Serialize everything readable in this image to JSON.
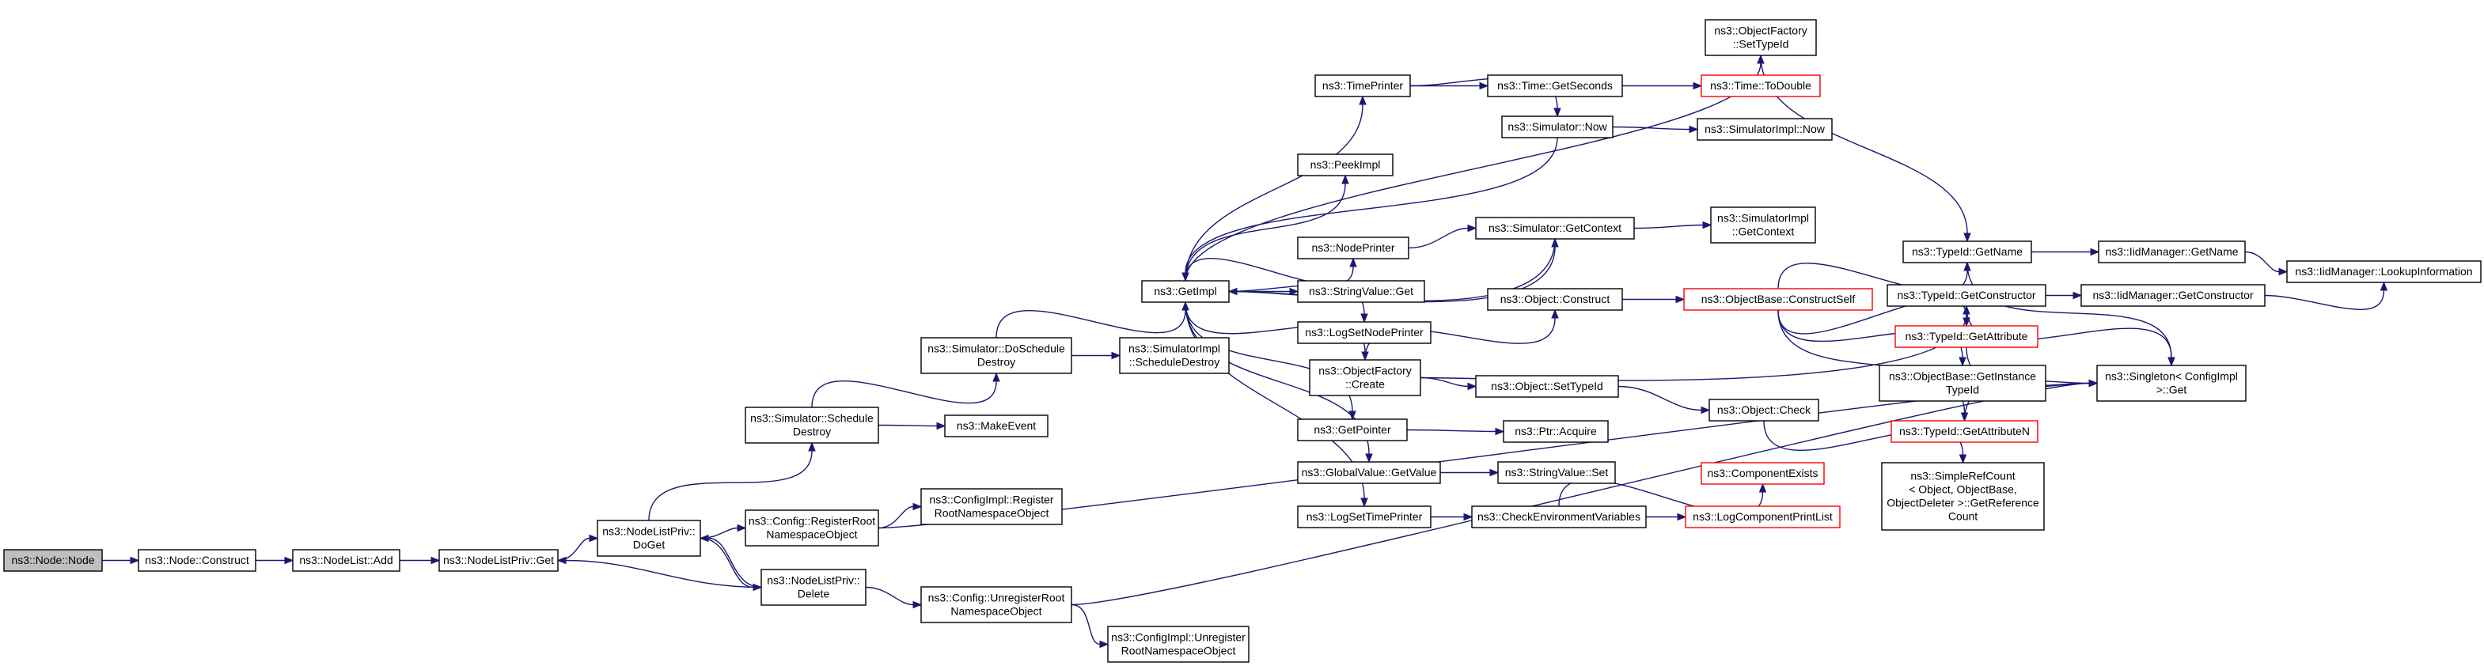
{
  "diagram": {
    "colors": {
      "edge": "#191970",
      "root_fill": "#bfbfbf",
      "missing_border": "#ff0000",
      "node_border": "#000000"
    },
    "nodes": [
      {
        "id": "node_node",
        "lines": [
          "ns3::Node::Node"
        ],
        "root": true
      },
      {
        "id": "node_construct",
        "lines": [
          "ns3::Node::Construct"
        ]
      },
      {
        "id": "nodelist_add",
        "lines": [
          "ns3::NodeList::Add"
        ]
      },
      {
        "id": "nodelistpriv_get",
        "lines": [
          "ns3::NodeListPriv::Get"
        ]
      },
      {
        "id": "nodelistpriv_doget",
        "lines": [
          "ns3::NodeListPriv::",
          "DoGet"
        ]
      },
      {
        "id": "sim_schedule_destroy",
        "lines": [
          "ns3::Simulator::Schedule",
          "Destroy"
        ]
      },
      {
        "id": "config_register",
        "lines": [
          "ns3::Config::RegisterRoot",
          "NamespaceObject"
        ]
      },
      {
        "id": "nodelistpriv_delete",
        "lines": [
          "ns3::NodeListPriv::",
          "Delete"
        ]
      },
      {
        "id": "sim_doschedule_destroy",
        "lines": [
          "ns3::Simulator::DoSchedule",
          "Destroy"
        ]
      },
      {
        "id": "make_event",
        "lines": [
          "ns3::MakeEvent"
        ]
      },
      {
        "id": "configimpl_register",
        "lines": [
          "ns3::ConfigImpl::Register",
          "RootNamespaceObject"
        ]
      },
      {
        "id": "config_unregister",
        "lines": [
          "ns3::Config::UnregisterRoot",
          "NamespaceObject"
        ]
      },
      {
        "id": "configimpl_unregister",
        "lines": [
          "ns3::ConfigImpl::Unregister",
          "RootNamespaceObject"
        ]
      },
      {
        "id": "get_impl",
        "lines": [
          "ns3::GetImpl"
        ]
      },
      {
        "id": "simimpl_schedule_destroy",
        "lines": [
          "ns3::SimulatorImpl",
          "::ScheduleDestroy"
        ]
      },
      {
        "id": "time_printer",
        "lines": [
          "ns3::TimePrinter"
        ]
      },
      {
        "id": "peek_impl",
        "lines": [
          "ns3::PeekImpl"
        ]
      },
      {
        "id": "node_printer",
        "lines": [
          "ns3::NodePrinter"
        ]
      },
      {
        "id": "stringvalue_get",
        "lines": [
          "ns3::StringValue::Get"
        ]
      },
      {
        "id": "log_set_node_printer",
        "lines": [
          "ns3::LogSetNodePrinter"
        ]
      },
      {
        "id": "objectfactory_create",
        "lines": [
          "ns3::ObjectFactory",
          "::Create"
        ]
      },
      {
        "id": "get_pointer",
        "lines": [
          "ns3::GetPointer"
        ]
      },
      {
        "id": "globalvalue_getvalue",
        "lines": [
          "ns3::GlobalValue::GetValue"
        ]
      },
      {
        "id": "log_set_time_printer",
        "lines": [
          "ns3::LogSetTimePrinter"
        ]
      },
      {
        "id": "time_getseconds",
        "lines": [
          "ns3::Time::GetSeconds"
        ]
      },
      {
        "id": "sim_now",
        "lines": [
          "ns3::Simulator::Now"
        ]
      },
      {
        "id": "sim_getcontext",
        "lines": [
          "ns3::Simulator::GetContext"
        ]
      },
      {
        "id": "object_construct",
        "lines": [
          "ns3::Object::Construct"
        ]
      },
      {
        "id": "object_settypeid",
        "lines": [
          "ns3::Object::SetTypeId"
        ]
      },
      {
        "id": "ptr_acquire",
        "lines": [
          "ns3::Ptr::Acquire"
        ]
      },
      {
        "id": "stringvalue_set",
        "lines": [
          "ns3::StringValue::Set"
        ]
      },
      {
        "id": "check_env",
        "lines": [
          "ns3::CheckEnvironmentVariables"
        ]
      },
      {
        "id": "objectfactory_settypeid",
        "lines": [
          "ns3::ObjectFactory",
          "::SetTypeId"
        ]
      },
      {
        "id": "time_todouble",
        "lines": [
          "ns3::Time::ToDouble"
        ],
        "red": true
      },
      {
        "id": "simimpl_now",
        "lines": [
          "ns3::SimulatorImpl::Now"
        ]
      },
      {
        "id": "simimpl_getcontext",
        "lines": [
          "ns3::SimulatorImpl",
          "::GetContext"
        ]
      },
      {
        "id": "objectbase_constructself",
        "lines": [
          "ns3::ObjectBase::ConstructSelf"
        ],
        "red": true
      },
      {
        "id": "object_check",
        "lines": [
          "ns3::Object::Check"
        ]
      },
      {
        "id": "component_exists",
        "lines": [
          "ns3::ComponentExists"
        ],
        "red": true
      },
      {
        "id": "log_component_printlist",
        "lines": [
          "ns3::LogComponentPrintList"
        ],
        "red": true
      },
      {
        "id": "typeid_getname",
        "lines": [
          "ns3::TypeId::GetName"
        ]
      },
      {
        "id": "typeid_getconstructor",
        "lines": [
          "ns3::TypeId::GetConstructor"
        ]
      },
      {
        "id": "typeid_getattribute",
        "lines": [
          "ns3::TypeId::GetAttribute"
        ],
        "red": true
      },
      {
        "id": "objectbase_getinstancetypeid",
        "lines": [
          "ns3::ObjectBase::GetInstance",
          "TypeId"
        ]
      },
      {
        "id": "typeid_getattributen",
        "lines": [
          "ns3::TypeId::GetAttributeN"
        ],
        "red": true
      },
      {
        "id": "simplerefcount",
        "lines": [
          "ns3::SimpleRefCount",
          "< Object, ObjectBase,",
          "ObjectDeleter >::GetReference",
          "Count"
        ]
      },
      {
        "id": "iidmanager_getname",
        "lines": [
          "ns3::IidManager::GetName"
        ]
      },
      {
        "id": "iidmanager_getconstructor",
        "lines": [
          "ns3::IidManager::GetConstructor"
        ]
      },
      {
        "id": "singleton_get",
        "lines": [
          "ns3::Singleton< ConfigImpl",
          ">::Get"
        ]
      },
      {
        "id": "iidmanager_lookup",
        "lines": [
          "ns3::IidManager::LookupInformation"
        ]
      }
    ],
    "edges": [
      [
        "node_node",
        "node_construct"
      ],
      [
        "node_construct",
        "nodelist_add"
      ],
      [
        "nodelist_add",
        "nodelistpriv_get"
      ],
      [
        "nodelistpriv_get",
        "nodelistpriv_doget"
      ],
      [
        "nodelistpriv_doget",
        "sim_schedule_destroy"
      ],
      [
        "nodelistpriv_doget",
        "config_register"
      ],
      [
        "nodelistpriv_doget",
        "nodelistpriv_delete"
      ],
      [
        "nodelistpriv_delete",
        "nodelistpriv_doget"
      ],
      [
        "nodelistpriv_delete",
        "nodelistpriv_get"
      ],
      [
        "nodelistpriv_delete",
        "config_unregister"
      ],
      [
        "sim_schedule_destroy",
        "sim_doschedule_destroy"
      ],
      [
        "sim_schedule_destroy",
        "make_event"
      ],
      [
        "config_register",
        "configimpl_register"
      ],
      [
        "config_register",
        "singleton_get"
      ],
      [
        "config_unregister",
        "configimpl_unregister"
      ],
      [
        "config_unregister",
        "singleton_get"
      ],
      [
        "sim_doschedule_destroy",
        "get_impl"
      ],
      [
        "sim_doschedule_destroy",
        "simimpl_schedule_destroy"
      ],
      [
        "get_impl",
        "objectfactory_settypeid"
      ],
      [
        "get_impl",
        "time_printer"
      ],
      [
        "get_impl",
        "peek_impl"
      ],
      [
        "get_impl",
        "node_printer"
      ],
      [
        "get_impl",
        "sim_getcontext"
      ],
      [
        "get_impl",
        "stringvalue_get"
      ],
      [
        "get_impl",
        "log_set_node_printer"
      ],
      [
        "get_impl",
        "objectfactory_create"
      ],
      [
        "get_impl",
        "get_pointer"
      ],
      [
        "get_impl",
        "globalvalue_getvalue"
      ],
      [
        "get_impl",
        "log_set_time_printer"
      ],
      [
        "time_printer",
        "time_getseconds"
      ],
      [
        "time_printer",
        "sim_now"
      ],
      [
        "time_getseconds",
        "time_todouble"
      ],
      [
        "sim_now",
        "simimpl_now"
      ],
      [
        "sim_now",
        "get_impl"
      ],
      [
        "sim_getcontext",
        "simimpl_getcontext"
      ],
      [
        "sim_getcontext",
        "get_impl"
      ],
      [
        "node_printer",
        "sim_getcontext"
      ],
      [
        "objectfactory_create",
        "object_construct"
      ],
      [
        "objectfactory_create",
        "object_settypeid"
      ],
      [
        "objectfactory_create",
        "typeid_getconstructor"
      ],
      [
        "object_construct",
        "objectbase_constructself"
      ],
      [
        "object_settypeid",
        "object_check"
      ],
      [
        "object_check",
        "simplerefcount"
      ],
      [
        "objectbase_constructself",
        "typeid_getname"
      ],
      [
        "objectbase_constructself",
        "typeid_getattribute"
      ],
      [
        "objectbase_constructself",
        "objectbase_getinstancetypeid"
      ],
      [
        "objectbase_constructself",
        "typeid_getattributen"
      ],
      [
        "objectfactory_settypeid",
        "typeid_getname"
      ],
      [
        "typeid_getname",
        "iidmanager_getname"
      ],
      [
        "typeid_getname",
        "singleton_get"
      ],
      [
        "typeid_getconstructor",
        "iidmanager_getconstructor"
      ],
      [
        "typeid_getconstructor",
        "singleton_get"
      ],
      [
        "typeid_getattribute",
        "singleton_get"
      ],
      [
        "typeid_getattributen",
        "singleton_get"
      ],
      [
        "iidmanager_getname",
        "iidmanager_lookup"
      ],
      [
        "iidmanager_getconstructor",
        "iidmanager_lookup"
      ],
      [
        "get_pointer",
        "ptr_acquire"
      ],
      [
        "globalvalue_getvalue",
        "stringvalue_set"
      ],
      [
        "log_set_time_printer",
        "check_env"
      ],
      [
        "check_env",
        "component_exists"
      ],
      [
        "check_env",
        "log_component_printlist"
      ]
    ]
  }
}
